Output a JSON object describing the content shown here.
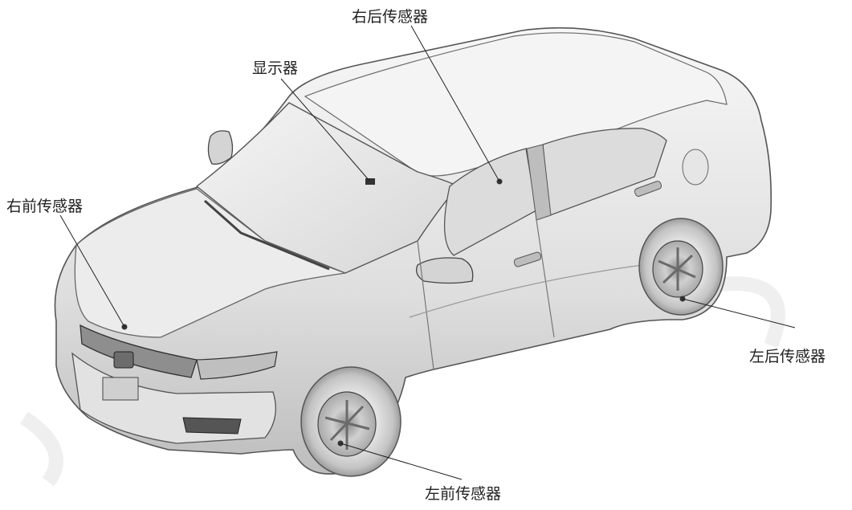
{
  "diagram": {
    "labels": {
      "rear_right_sensor": "右后传感器",
      "display": "显示器",
      "front_right_sensor": "右前传感器",
      "rear_left_sensor": "左后传感器",
      "front_left_sensor": "左前传感器"
    },
    "colors": {
      "body_light": "#f2f2f2",
      "body_mid": "#d9d9d9",
      "body_dark": "#9a9a9a",
      "outline": "#555555",
      "sensor": "#333333",
      "watermark": "#ececec"
    }
  }
}
